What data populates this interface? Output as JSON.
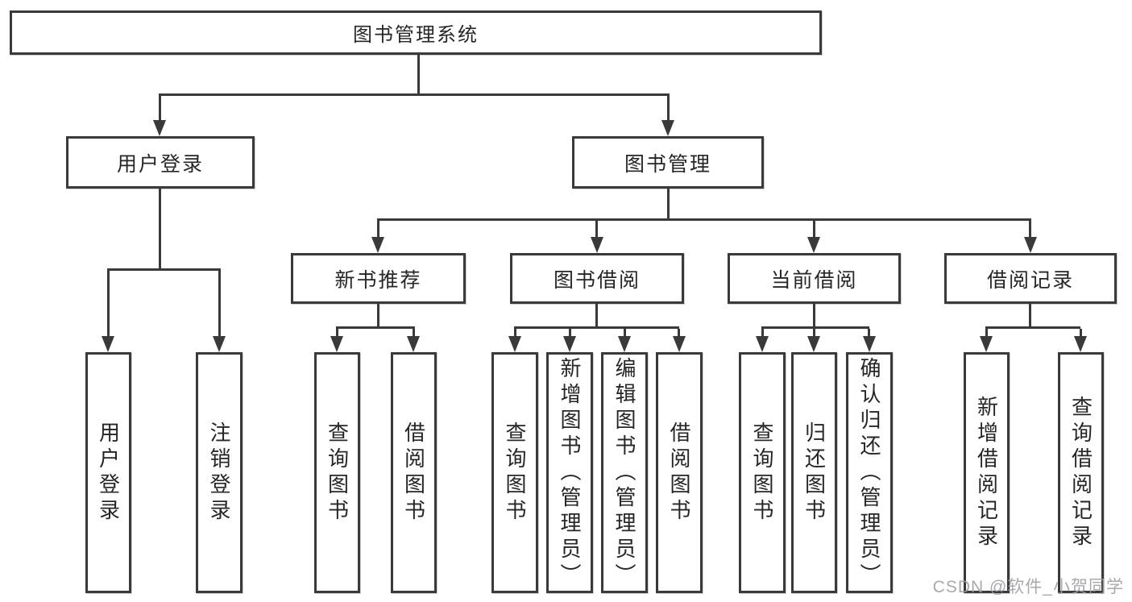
{
  "nodes": {
    "root": "图书管理系统",
    "user_login": "用户登录",
    "book_management": "图书管理",
    "new_book_recommend": "新书推荐",
    "book_borrow": "图书借阅",
    "current_borrow": "当前借阅",
    "borrow_records": "借阅记录"
  },
  "leaves": {
    "user_login": [
      "用户登录",
      "注销登录"
    ],
    "new_book_recommend": [
      "查询图书",
      "借阅图书"
    ],
    "book_borrow": [
      "查询图书",
      "新增图书（管理员）",
      "编辑图书（管理员）",
      "借阅图书"
    ],
    "current_borrow": [
      "查询图书",
      "归还图书",
      "确认归还（管理员）"
    ],
    "borrow_records": [
      "新增借阅记录",
      "查询借阅记录"
    ]
  },
  "watermark": "CSDN @软件_小贺同学",
  "colors": {
    "line": "#3a3a3a",
    "text": "#262626",
    "watermark": "#9e9ea4",
    "background": "#ffffff"
  }
}
